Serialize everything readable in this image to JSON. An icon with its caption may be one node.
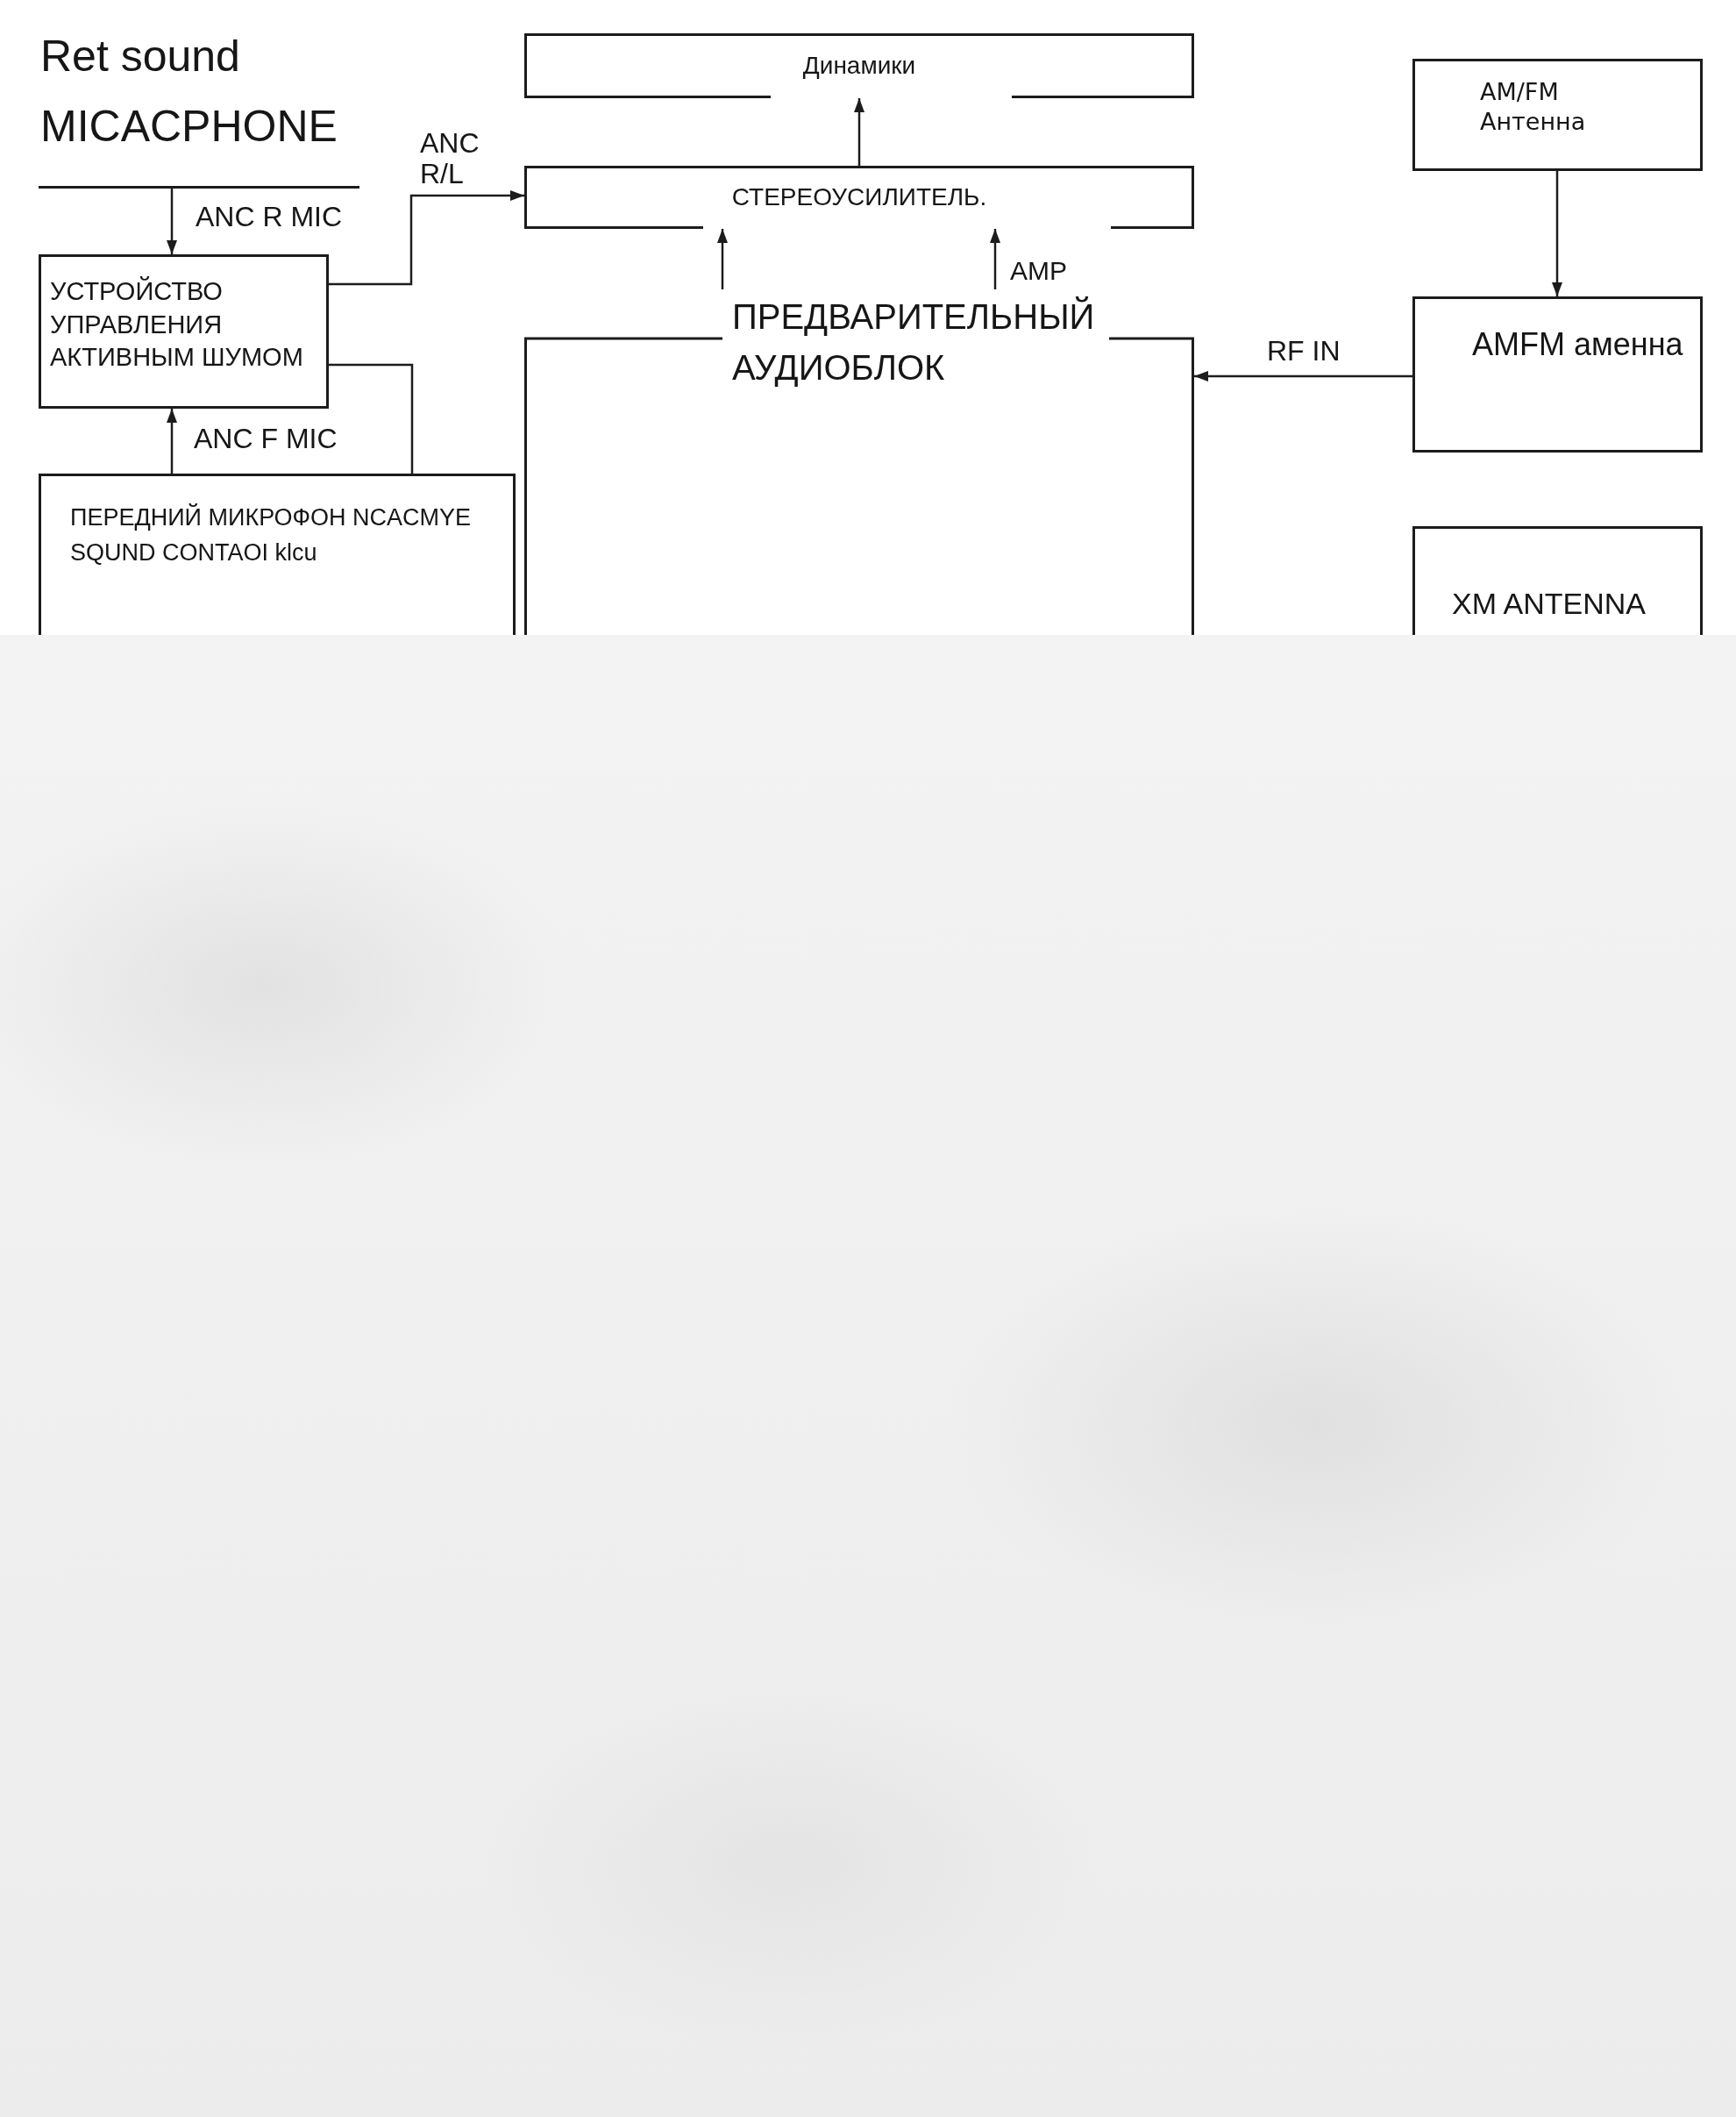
{
  "diagram": {
    "nodes": [
      {
        "text": [
          "Ret sound MICACPHONE"
        ]
      },
      {
        "text": [
          "Динамики"
        ]
      },
      {
        "text": [
          "AM/FM Антенна"
        ]
      },
      {
        "text": [
          "СТЕРЕОУСИЛИТЕЛЬ."
        ]
      },
      {
        "text": [
          "УСТРОЙСТВО УПРАВЛЕНИЯ АКТИВНЫМ ШУМОМ"
        ]
      },
      {
        "text": [
          "ПРЕДВАРИТЕЛЬНЫЙ АУДИОБЛОК"
        ]
      },
      {
        "text": [
          "AMFM аменна"
        ]
      },
      {
        "text": [
          "ПЕРЕДНИЙ МИКРОФОН NCACMYE SQUND CONTAOI klcu"
        ]
      },
      {
        "text": [
          "XM ANTENNA"
        ]
      }
    ],
    "edges": [
      {
        "from": 0,
        "to": 4,
        "arrow": "to",
        "label": "ANC R MIC"
      },
      {
        "from": 4,
        "to": 3,
        "arrow": "to",
        "label": "ANC R/L"
      },
      {
        "from": 3,
        "to": 1,
        "arrow": "to"
      },
      {
        "from": 2,
        "to": 6,
        "arrow": "to"
      },
      {
        "from": 5,
        "to": 3,
        "arrow": "to"
      },
      {
        "from": 5,
        "to": 3,
        "arrow": "to",
        "label": "AMP"
      },
      {
        "from": 6,
        "to": 5,
        "arrow": "to",
        "label": "RF IN"
      },
      {
        "from": 7,
        "to": 4,
        "arrow": "to",
        "label": "ANC F MIC"
      },
      {
        "from": 4,
        "to": 7,
        "arrow": "none"
      }
    ]
  }
}
